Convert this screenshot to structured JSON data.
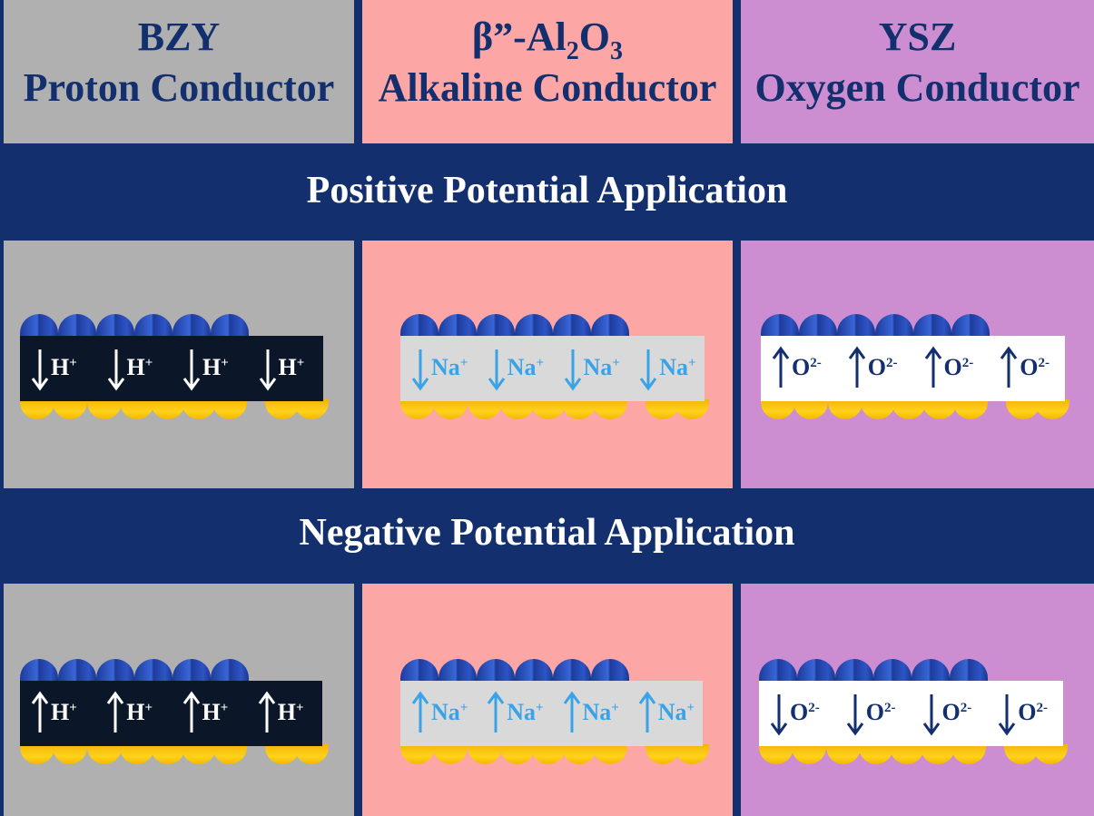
{
  "columns": [
    {
      "name": "BZY",
      "desc": "Proton Conductor",
      "bg": "#b0b0b0"
    },
    {
      "name_main": "β”-Al",
      "name_sub1": "2",
      "name_mid": "O",
      "name_sub2": "3",
      "desc": "Alkaline Conductor",
      "bg": "#fda6a6"
    },
    {
      "name": "YSZ",
      "desc": "Oxygen Conductor",
      "bg": "#cc8ed0"
    }
  ],
  "bands": {
    "positive": "Positive Potential Application",
    "negative": "Negative Potential Application"
  },
  "ions": {
    "proton": {
      "symbol": "H",
      "charge": "+",
      "color": "#ffffff",
      "box": "#0b1628"
    },
    "alkaline": {
      "symbol": "Na",
      "charge": "+",
      "color": "#3aa3e8",
      "box": "#d9d9d9"
    },
    "oxygen": {
      "symbol": "O",
      "charge": "2-",
      "color": "#142f6e",
      "box": "#ffffff"
    }
  },
  "colors": {
    "frame": "#142f6e",
    "electrode_top": "#2b4fc0",
    "electrode_bottom": "#ffc60a"
  }
}
